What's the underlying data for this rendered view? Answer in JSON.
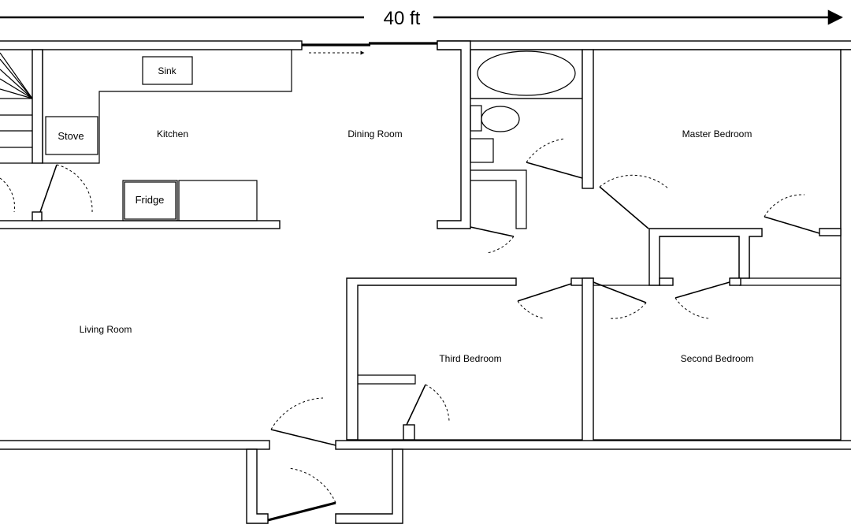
{
  "dimension": {
    "label": "40 ft"
  },
  "rooms": {
    "kitchen": "Kitchen",
    "dining_room": "Dining Room",
    "master_bedroom": "Master Bedroom",
    "living_room": "Living Room",
    "third_bedroom": "Third Bedroom",
    "second_bedroom": "Second Bedroom"
  },
  "fixtures": {
    "sink": "Sink",
    "stove": "Stove",
    "fridge": "Fridge"
  }
}
